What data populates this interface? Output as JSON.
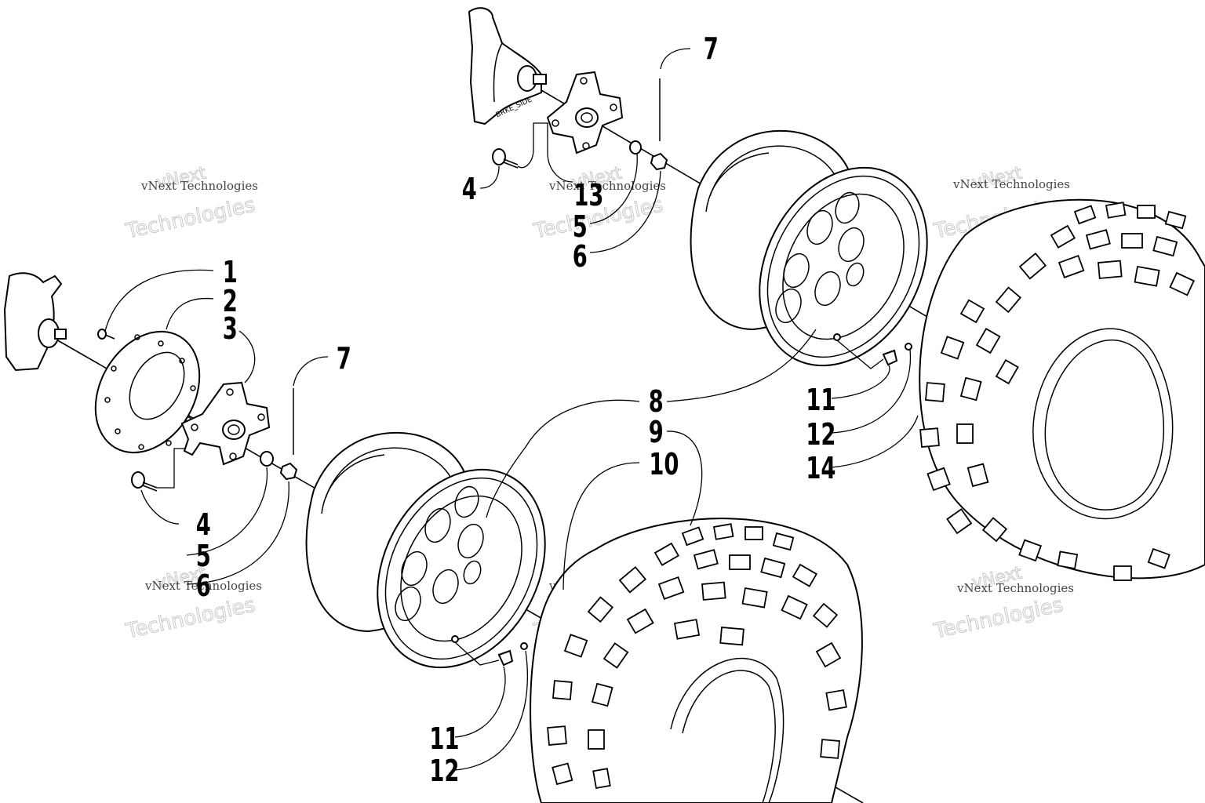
{
  "watermark": {
    "company": "vNext Technologies",
    "word1": "vNext",
    "word2": "Technologies"
  },
  "callouts": {
    "upper": {
      "c7": "7",
      "c4": "4",
      "c13": "13",
      "c5": "5",
      "c6": "6",
      "c11": "11",
      "c12": "12",
      "c14": "14"
    },
    "lower": {
      "c1": "1",
      "c2": "2",
      "c3": "3",
      "c7": "7",
      "c4": "4",
      "c5": "5",
      "c6": "6",
      "c8": "8",
      "c9": "9",
      "c10": "10",
      "c11": "11",
      "c12": "12"
    }
  },
  "colors": {
    "line": "#000000",
    "background": "#ffffff",
    "watermark": "#c9c9c9"
  }
}
